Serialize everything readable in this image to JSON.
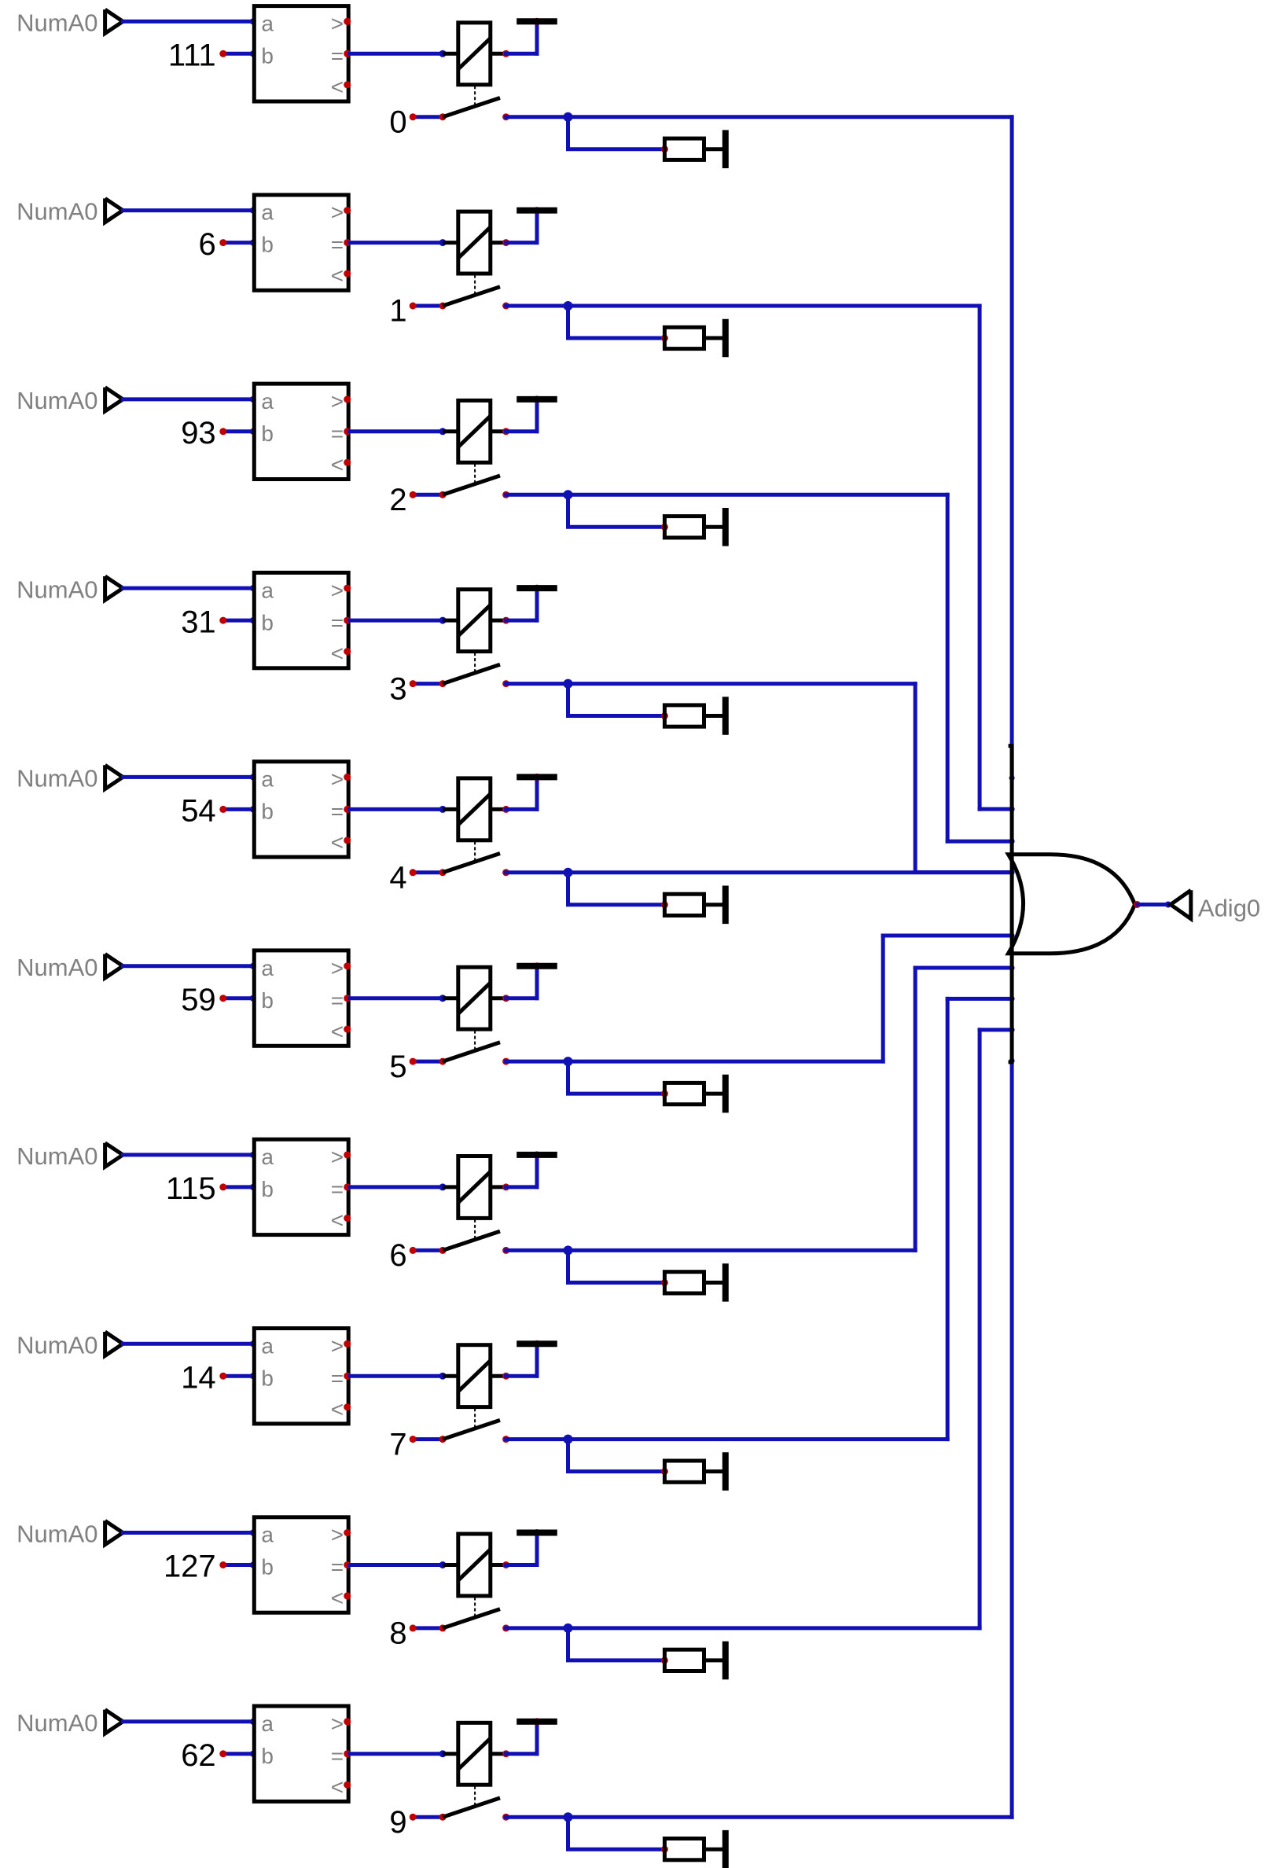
{
  "input_label": "NumA0",
  "output_label": "Adig0",
  "comparator_ports": {
    "a": "a",
    "b": "b",
    "gt": ">",
    "eq": "=",
    "lt": "<"
  },
  "rows": [
    {
      "constant": "111",
      "index": "0"
    },
    {
      "constant": "6",
      "index": "1"
    },
    {
      "constant": "93",
      "index": "2"
    },
    {
      "constant": "31",
      "index": "3"
    },
    {
      "constant": "54",
      "index": "4"
    },
    {
      "constant": "59",
      "index": "5"
    },
    {
      "constant": "115",
      "index": "6"
    },
    {
      "constant": "14",
      "index": "7"
    },
    {
      "constant": "127",
      "index": "8"
    },
    {
      "constant": "62",
      "index": "9"
    }
  ],
  "colors": {
    "wire": "#1010b4",
    "pin": "#c00000",
    "outline": "#000000",
    "label": "#808080"
  }
}
